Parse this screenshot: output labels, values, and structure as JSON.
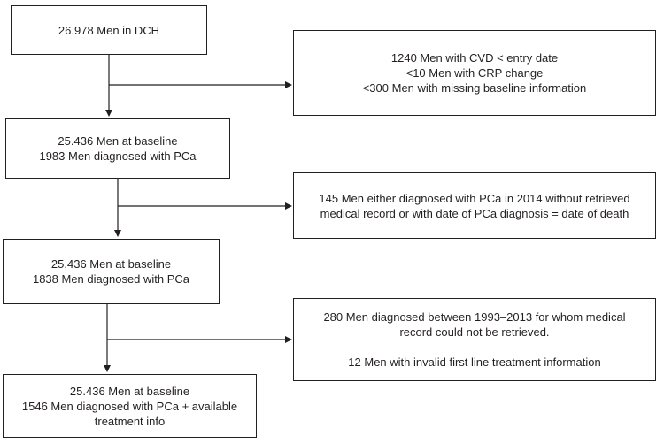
{
  "flowchart": {
    "main_boxes": [
      {
        "lines": [
          "26.978 Men in DCH"
        ]
      },
      {
        "lines": [
          "25.436 Men at baseline",
          "1983 Men diagnosed with PCa"
        ]
      },
      {
        "lines": [
          "25.436 Men at baseline",
          "1838 Men diagnosed with PCa"
        ]
      },
      {
        "lines": [
          "25.436 Men at baseline",
          "1546 Men diagnosed with PCa + available",
          "treatment info"
        ]
      }
    ],
    "exclusion_boxes": [
      {
        "lines": [
          "1240 Men with CVD < entry date",
          "<10 Men with CRP change",
          "<300 Men with missing baseline information"
        ]
      },
      {
        "lines": [
          "145 Men either diagnosed with PCa in 2014 without retrieved",
          "medical record or with date of PCa diagnosis = date of death"
        ]
      },
      {
        "lines": [
          "280 Men diagnosed between 1993–2013 for whom medical",
          "record could not be retrieved.",
          "",
          "12 Men with invalid first line treatment information"
        ]
      }
    ]
  },
  "colors": {
    "line": "#231f20",
    "background": "#ffffff"
  }
}
